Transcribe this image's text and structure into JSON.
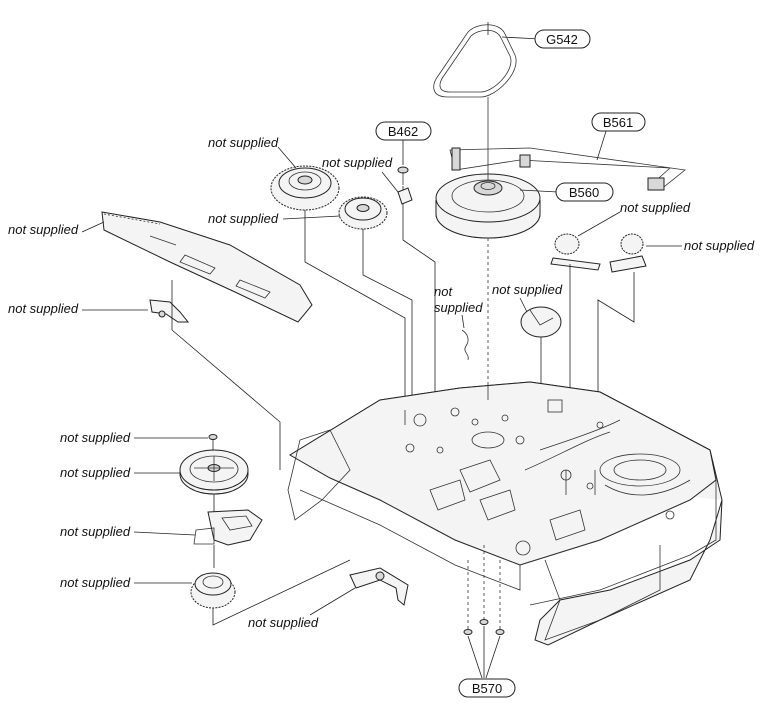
{
  "refs": {
    "g542": "G542",
    "b462": "B462",
    "b561": "B561",
    "b560": "B560",
    "b570": "B570"
  },
  "labels": {
    "not_supplied": "not supplied",
    "not_word": "not",
    "supplied_word": "supplied"
  }
}
